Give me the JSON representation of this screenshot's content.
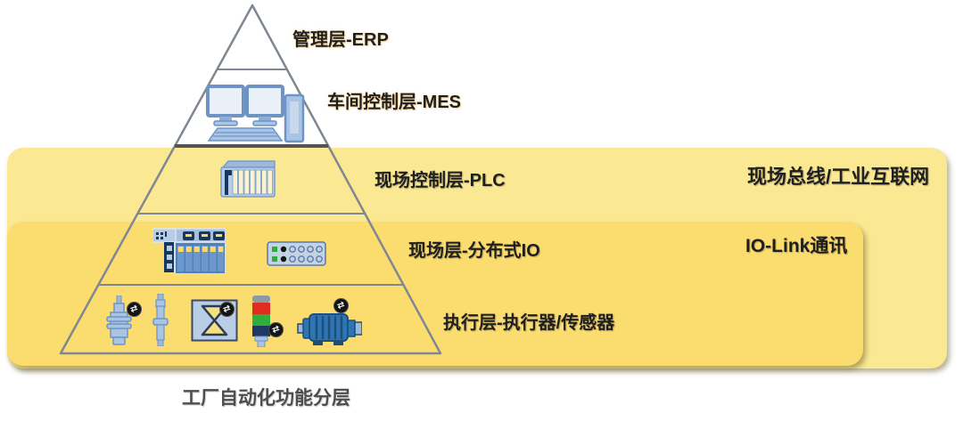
{
  "page": {
    "background": "#ffffff"
  },
  "colors": {
    "page-bg": "#ffffff",
    "band-outer": "#FAE893",
    "band-inner": "#FBDC6F",
    "pyramid-stroke": "#7F8792",
    "divider-dark": "#555555",
    "text-dark": "#1f1f1f",
    "caption-gray": "#4d4d4d",
    "icon-blue": "#6E94C4",
    "icon-blue-light": "#B8CCE4",
    "icon-navy": "#17375E",
    "motor-blue": "#2E75B6",
    "lamp-red": "#E02B20",
    "lamp-green": "#2FAE3A",
    "module-yellow": "#FFD966"
  },
  "layers": [
    {
      "name": "management",
      "label": "管理层-ERP"
    },
    {
      "name": "workshop-control",
      "label": "车间控制层-MES"
    },
    {
      "name": "field-control",
      "label": "现场控制层-PLC"
    },
    {
      "name": "field",
      "label": "现场层-分布式IO"
    },
    {
      "name": "execution",
      "label": "执行层-执行器/传感器"
    }
  ],
  "bands": [
    {
      "name": "fieldbus-band",
      "label": "现场总线/工业互联网",
      "color": "#FAE893"
    },
    {
      "name": "iolink-band",
      "label": "IO-Link通讯",
      "color": "#FBDC6F"
    }
  ],
  "caption": "工厂自动化功能分层",
  "icons": {
    "badge_glyph": "⇄",
    "names": [
      "workstation-icon",
      "plc-rack-icon",
      "io-station-icon",
      "io-module-icon",
      "proximity-sensor-icon",
      "cylinder-sensor-icon",
      "valve-icon",
      "signal-tower-icon",
      "motor-icon",
      "iolink-badge-icon"
    ]
  }
}
